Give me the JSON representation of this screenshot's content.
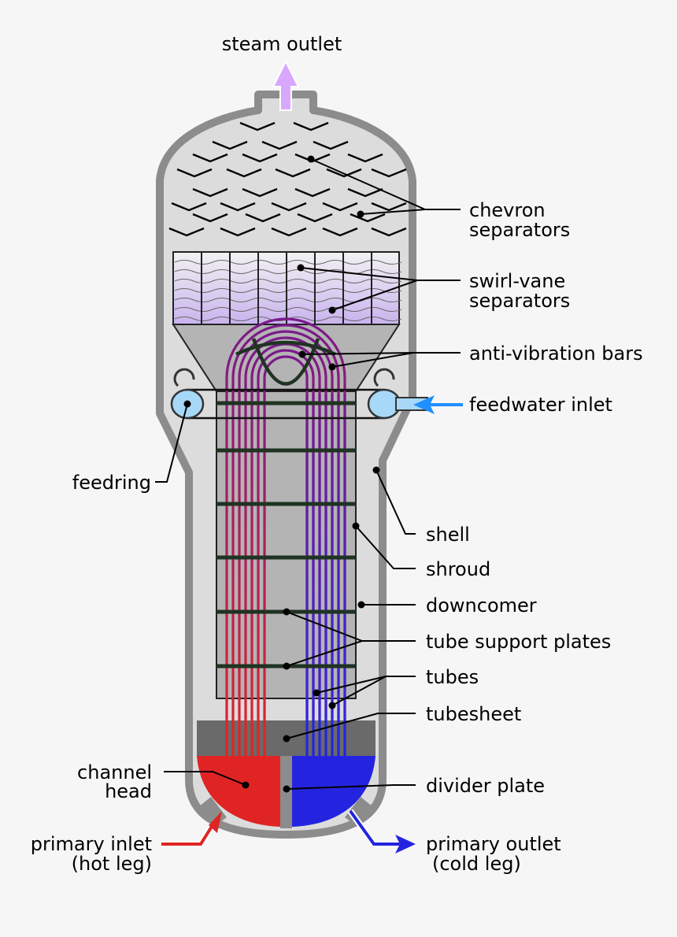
{
  "labels": {
    "steam_outlet": "steam outlet",
    "chevron_1": "chevron",
    "chevron_2": "separators",
    "swirl_1": "swirl-vane",
    "swirl_2": "separators",
    "anti_vibration": "anti-vibration bars",
    "feedwater_inlet": "feedwater inlet",
    "feedring": "feedring",
    "shell": "shell",
    "shroud": "shroud",
    "downcomer": "downcomer",
    "tube_support_plates": "tube support plates",
    "tubes": "tubes",
    "tubesheet": "tubesheet",
    "channel_head_1": "channel",
    "channel_head_2": "head",
    "divider_plate": "divider plate",
    "primary_inlet_1": "primary inlet",
    "primary_inlet_2": "(hot leg)",
    "primary_outlet_1": "primary outlet",
    "primary_outlet_2": "(cold leg)"
  },
  "colors": {
    "background": "#f6f6f6",
    "shell": "#8c8c8c",
    "interior": "#dcdcdc",
    "tube_bundle": "#b4b4b4",
    "tubesheet": "#6a6a6a",
    "hot_leg": "#e02424",
    "cold_leg": "#2424e0",
    "tube_top": "#7a1a8a",
    "feedwater": "#1e90ff",
    "steam": "#d8a8ff",
    "support_plates": "#1f3322"
  }
}
